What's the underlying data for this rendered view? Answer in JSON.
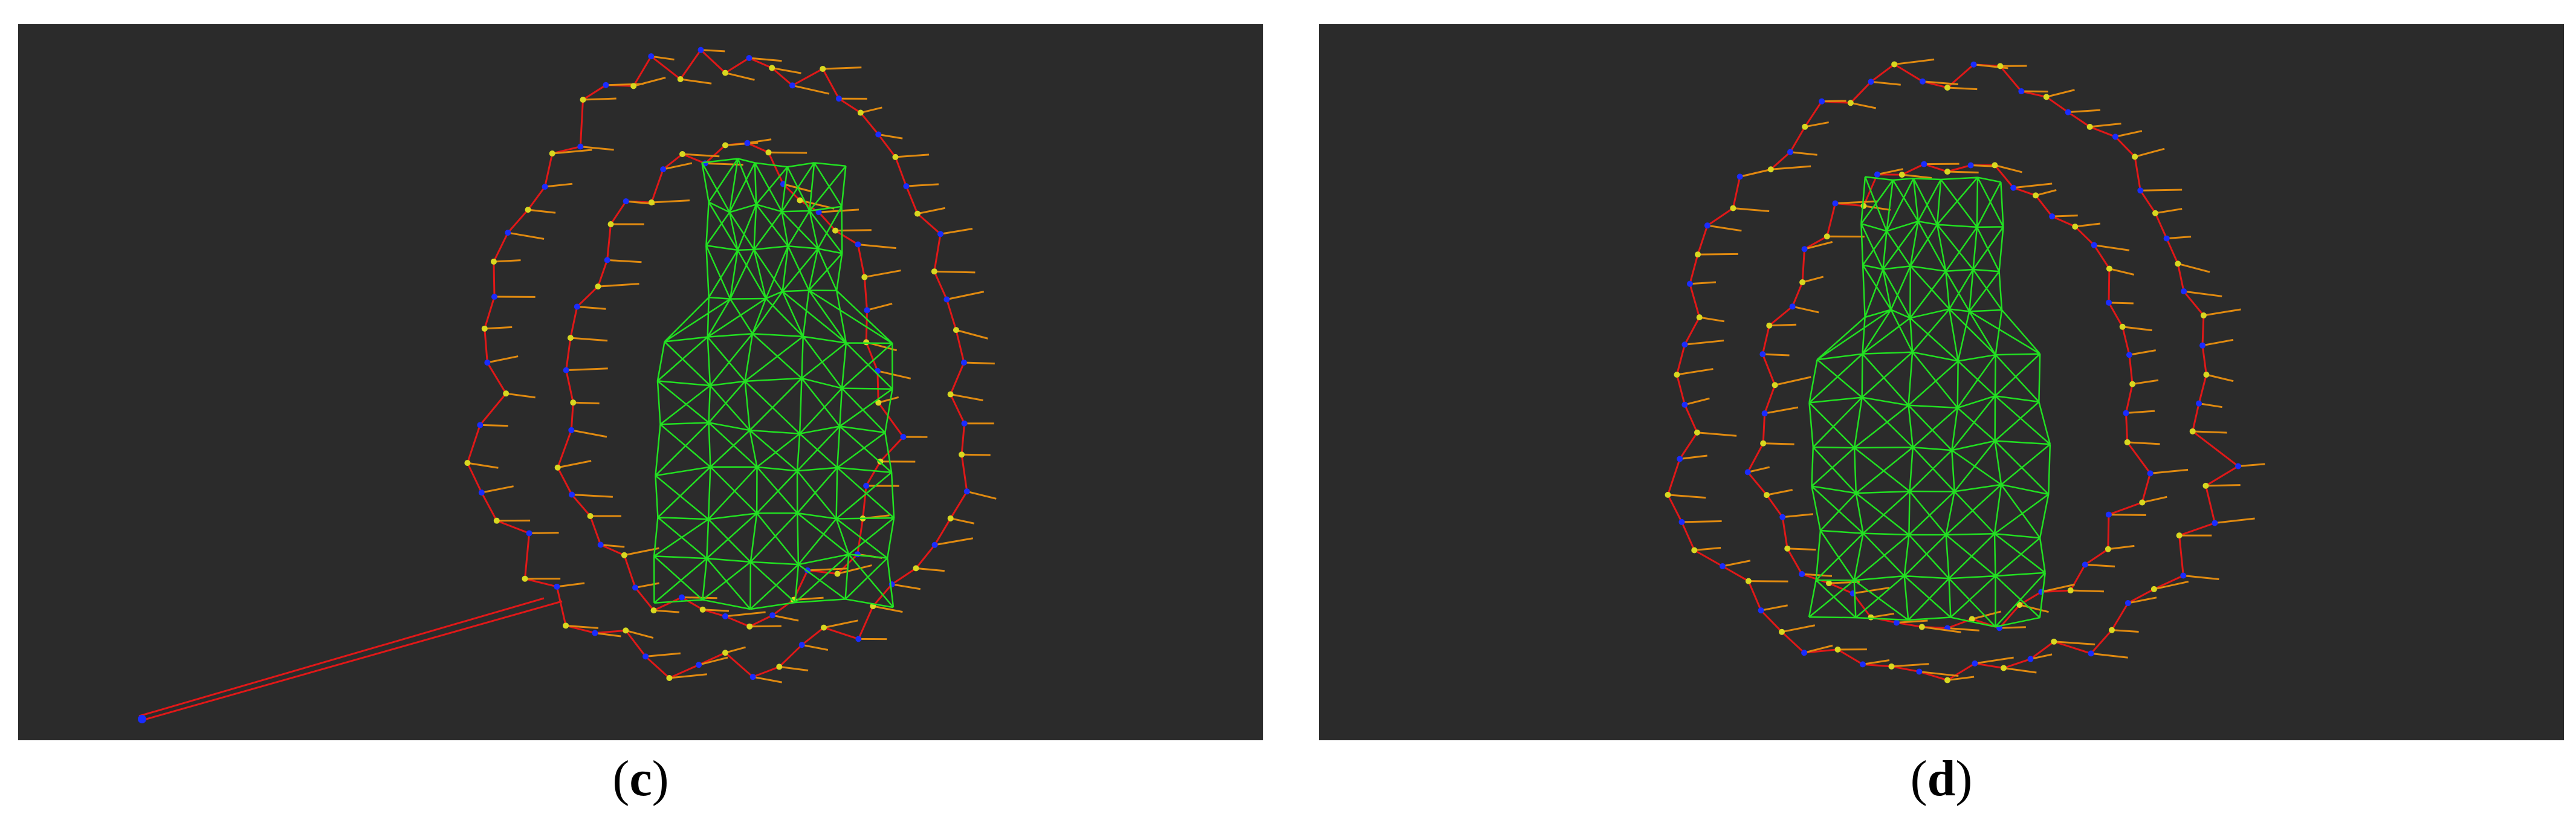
{
  "panels": [
    {
      "id": "c",
      "caption_letter": "c"
    },
    {
      "id": "d",
      "caption_letter": "d"
    }
  ],
  "colors": {
    "background": "#2b2b2b",
    "mesh": "#22e022",
    "pose_graph": "#e01818",
    "vector": "#e08a10",
    "node_blue": "#1a2cff",
    "node_yellow": "#d8d820"
  }
}
